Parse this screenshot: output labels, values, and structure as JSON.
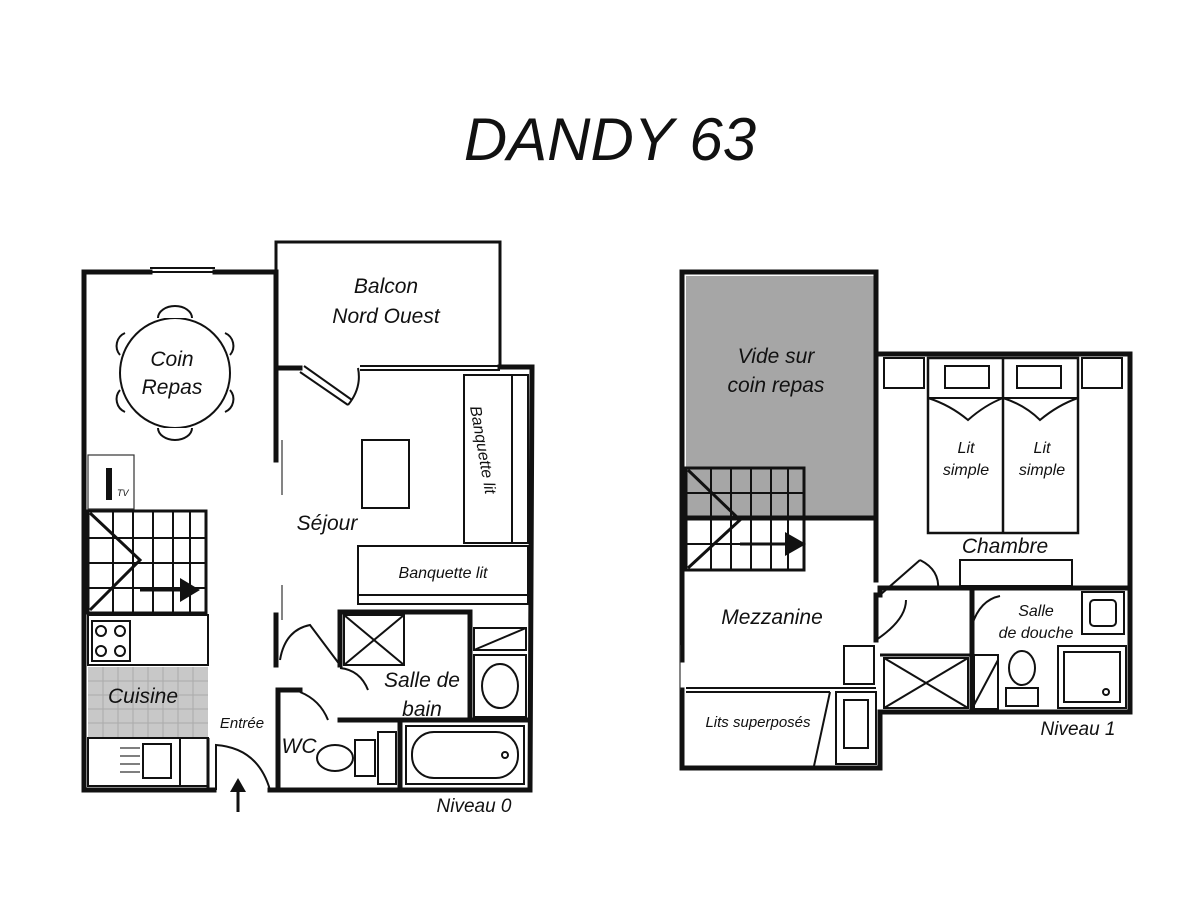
{
  "title": "DANDY 63",
  "level0": {
    "label": "Niveau 0",
    "rooms": {
      "balcon_line1": "Balcon",
      "balcon_line2": "Nord Ouest",
      "coin_repas_line1": "Coin",
      "coin_repas_line2": "Repas",
      "tv": "TV",
      "sejour": "Séjour",
      "banquette_lit_vertical": "Banquette lit",
      "banquette_lit_horizontal": "Banquette lit",
      "cuisine": "Cuisine",
      "entree": "Entrée",
      "wc": "WC",
      "salle_de_bain_line1": "Salle de",
      "salle_de_bain_line2": "bain"
    }
  },
  "level1": {
    "label": "Niveau 1",
    "rooms": {
      "vide_line1": "Vide sur",
      "vide_line2": "coin repas",
      "lit1_line1": "Lit",
      "lit1_line2": "simple",
      "lit2_line1": "Lit",
      "lit2_line2": "simple",
      "chambre": "Chambre",
      "mezzanine": "Mezzanine",
      "salle_douche_line1": "Salle",
      "salle_douche_line2": "de douche",
      "lits_superposes": "Lits superposés"
    }
  },
  "colors": {
    "wall": "#111111",
    "void_fill": "#a6a6a6",
    "kitchen_tile": "#c8c8c8"
  }
}
